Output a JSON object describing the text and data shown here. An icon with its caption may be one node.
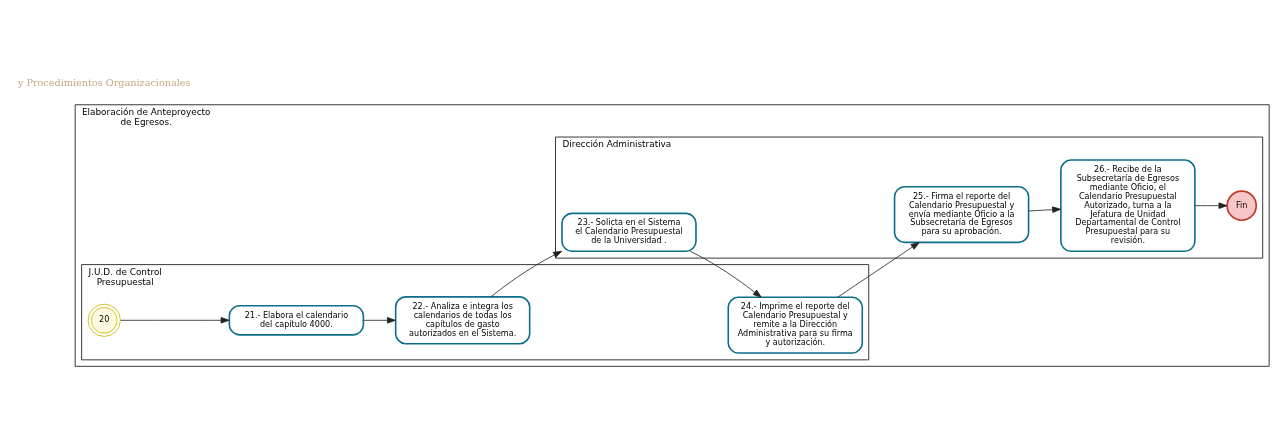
{
  "diagram": {
    "nodes": [
      {
        "text": [
          "Elaboración de Anteproyecto de Egresos."
        ]
      },
      {
        "text": [
          "J.U.D. de Control Presupuestal"
        ],
        "in": 0
      },
      {
        "text": [
          "Dirección Administrativa"
        ],
        "in": 0
      },
      {
        "text": [
          "20"
        ],
        "in": 1
      },
      {
        "text": [
          "21.- Elabora el calendario del capítulo 4000."
        ],
        "in": 1
      },
      {
        "text": [
          "22.- Analiza e integra los calendarios de todas los capítulos de gasto autorizados en el Sistema."
        ],
        "in": 1
      },
      {
        "text": [
          "24.- Imprime el reporte del Calendario Presupuestal y remite a la Dirección Administrativa para su firma y autorización."
        ],
        "in": 1
      },
      {
        "text": [
          "23.- Solicta en el Sistema el Calendario Presupuestal de la Universidad ."
        ],
        "in": 2
      },
      {
        "text": [
          "25.- Firma el reporte del Calendario Presupuestal y envía mediante Oficio a la Subsecretaría de Egresos para su aprobación."
        ],
        "in": 2
      },
      {
        "text": [
          "26.- Recibe de la Subsecretaría de Egresos mediante Oficio, el Calendario Presupuestal Autorizado, turna a la Jefatura de Unidad Departamental de Control Presupuestal para su revisión."
        ],
        "in": 2
      },
      {
        "text": [
          "Fin"
        ],
        "in": 2
      }
    ],
    "edges": [
      {
        "from": 3,
        "to": 4,
        "arrow": "to"
      },
      {
        "from": 4,
        "to": 5,
        "arrow": "to"
      },
      {
        "from": 5,
        "to": 7,
        "arrow": "to"
      },
      {
        "from": 7,
        "to": 6,
        "arrow": "to"
      },
      {
        "from": 6,
        "to": 8,
        "arrow": "to"
      },
      {
        "from": 8,
        "to": 9,
        "arrow": "to"
      },
      {
        "from": 9,
        "to": 10,
        "arrow": "to"
      }
    ],
    "labels": [
      "y Procedimientos Organizacionales"
    ]
  }
}
